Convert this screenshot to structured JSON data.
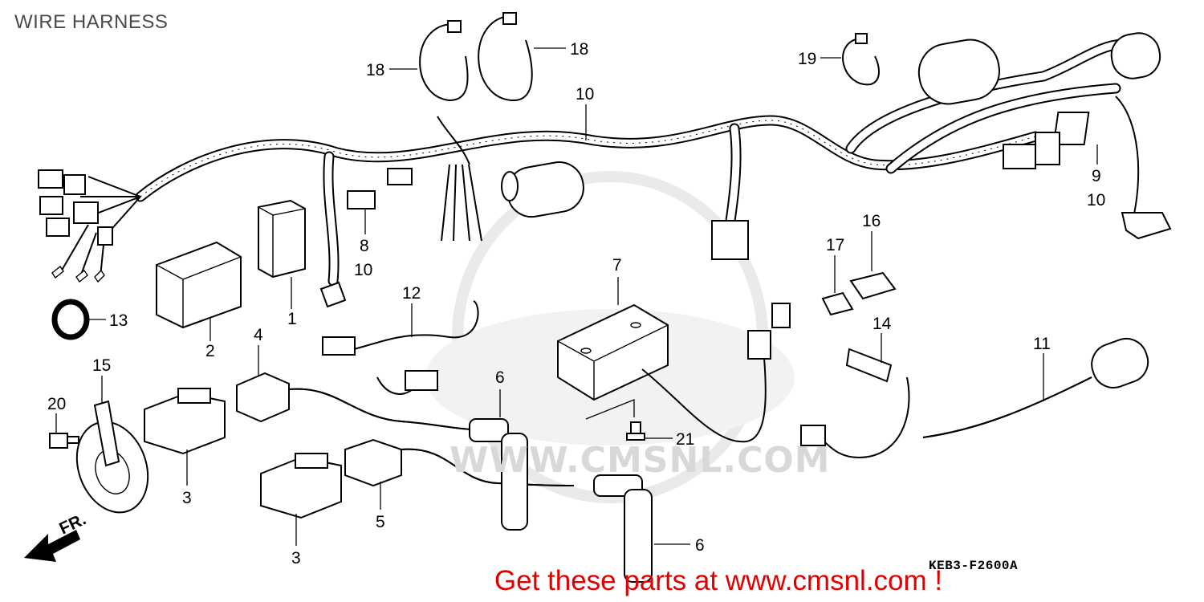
{
  "title": "WIRE HARNESS",
  "diagram_code": "KEB3-F2600A",
  "watermark": "WWW.CMSNL.COM",
  "call_to_action": "Get these parts at www.cmsnl.com !",
  "direction_marker": "FR.",
  "callouts": {
    "c1": "1",
    "c2": "2",
    "c3a": "3",
    "c3b": "3",
    "c4": "4",
    "c5": "5",
    "c6a": "6",
    "c6b": "6",
    "c7": "7",
    "c8": "8",
    "c9": "9",
    "c10a": "10",
    "c10b": "10",
    "c10c": "10",
    "c11": "11",
    "c12": "12",
    "c13": "13",
    "c14": "14",
    "c15": "15",
    "c16": "16",
    "c17": "17",
    "c18a": "18",
    "c18b": "18",
    "c19": "19",
    "c20": "20",
    "c21": "21"
  },
  "colors": {
    "cta": "#e00000",
    "ink": "#000000",
    "watermark": "#d8d8d8"
  }
}
